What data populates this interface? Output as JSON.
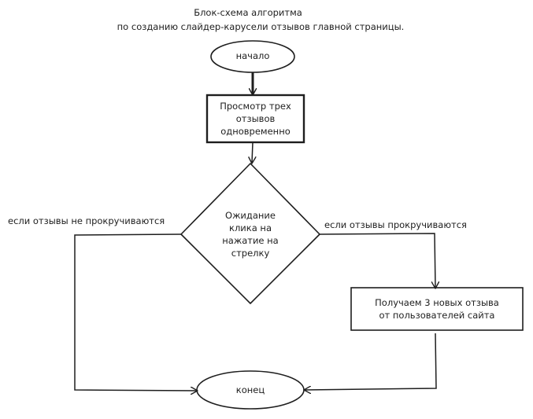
{
  "title": {
    "line1": "Блок-схема алгоритма",
    "line2": "по созданию слайдер-карусели отзывов главной страницы."
  },
  "nodes": {
    "start": "начало",
    "view": {
      "line1": "Просмотр трех",
      "line2": "отзывов",
      "line3": "одновременно"
    },
    "decision": {
      "line1": "Ожидание",
      "line2": "клика на",
      "line3": "нажатие на",
      "line4": "стрелку"
    },
    "result": {
      "line1": "Получаем 3 новых отзыва",
      "line2": "от пользователей сайта"
    },
    "end": "конец"
  },
  "edges": {
    "no_scroll": "если отзывы не прокручиваются",
    "scroll": "если отзывы прокручиваются"
  },
  "colors": {
    "stroke": "#1e1e1e",
    "background": "#ffffff"
  }
}
